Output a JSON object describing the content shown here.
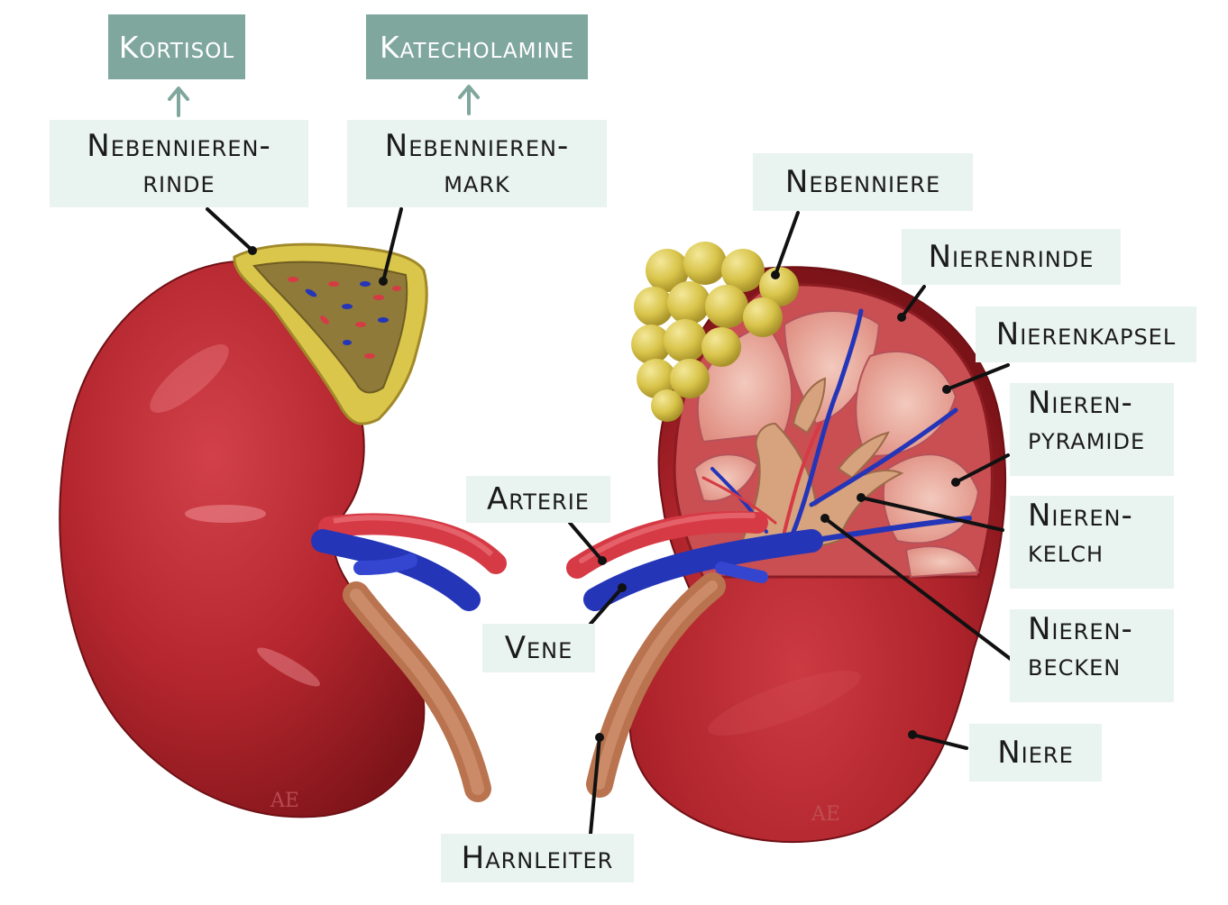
{
  "colors": {
    "label_bg": "#e9f3f0",
    "hormone_bg": "#80a79d",
    "kidney": "#b4262e",
    "kidney_dark": "#7e1419",
    "adrenal": "#d9c64a",
    "artery": "#d63a45",
    "vein": "#2435b8",
    "ureter": "#c07d5b",
    "leader": "#111111"
  },
  "hormones": {
    "kortisol": "Kortisol",
    "katecholamine": "Katecholamine"
  },
  "labels": {
    "nebennierenrinde": [
      "Nebennieren-",
      "rinde"
    ],
    "nebennierenmark": [
      "Nebennieren-",
      "mark"
    ],
    "nebenniere": "Nebenniere",
    "nierenrinde": "Nierenrinde",
    "nierenkapsel": "Nierenkapsel",
    "nierenpyramide": [
      "Nieren-",
      "pyramide"
    ],
    "nierenkelch": [
      "Nieren-",
      "kelch"
    ],
    "nierenbecken": [
      "Nieren-",
      "becken"
    ],
    "niere": "Niere",
    "arterie": "Arterie",
    "vene": "Vene",
    "harnleiter": "Harnleiter"
  },
  "signature": "AE"
}
